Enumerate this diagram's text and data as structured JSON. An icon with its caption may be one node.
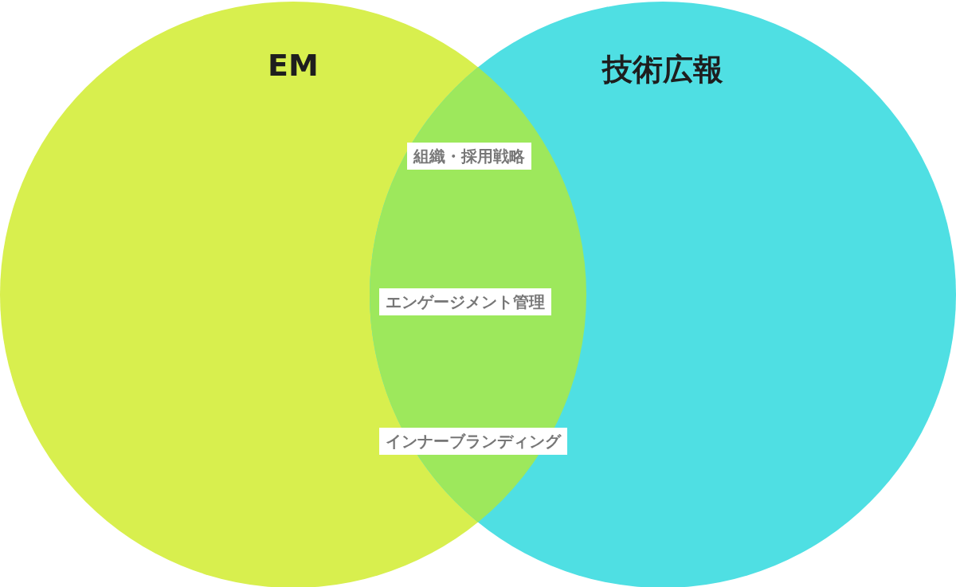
{
  "diagram": {
    "nodes": [
      {
        "text": [
          "EM"
        ]
      },
      {
        "text": [
          "技術広報"
        ]
      },
      {
        "text": [
          "組織・採用戦略"
        ]
      },
      {
        "text": [
          "エンゲージメント管理"
        ]
      },
      {
        "text": [
          "インナーブランディング"
        ]
      }
    ],
    "edges": []
  }
}
